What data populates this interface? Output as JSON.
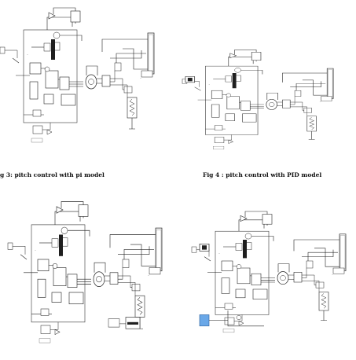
{
  "captions": {
    "fig3": "g 3: pitch control with pi model",
    "fig4": "Fig 4 :  pitch control with PID model"
  },
  "colors": {
    "wire": "#1a1a1a",
    "block_fill": "#ffffff",
    "actuator_block": "#1e1e1e",
    "highlight_block": "#6aa8e8"
  },
  "icons": {
    "summing_junction": "circle-plus",
    "gain": "triangle",
    "load": "resistor-zigzag",
    "ground": "ground-symbol"
  }
}
